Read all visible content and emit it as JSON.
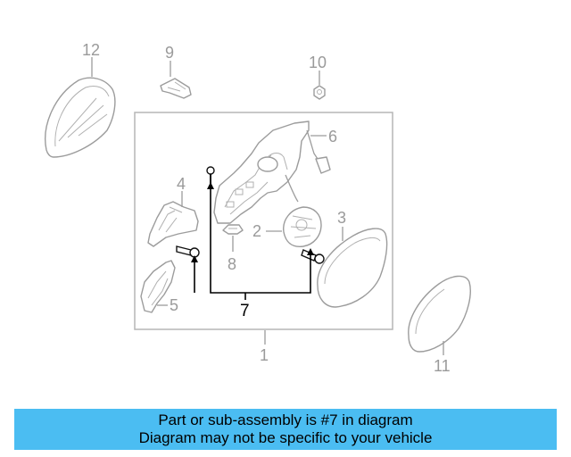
{
  "diagram": {
    "callouts": {
      "c1": "1",
      "c2": "2",
      "c3": "3",
      "c4": "4",
      "c5": "5",
      "c6": "6",
      "c7": "7",
      "c8": "8",
      "c9": "9",
      "c10": "10",
      "c11": "11",
      "c12": "12"
    },
    "highlight_color": "#000000",
    "part_color": "#9c9c9c"
  },
  "banner": {
    "line1": "Part or sub-assembly is #7 in diagram",
    "line2": "Diagram may not be specific to your vehicle",
    "background": "#4bbdf2"
  }
}
